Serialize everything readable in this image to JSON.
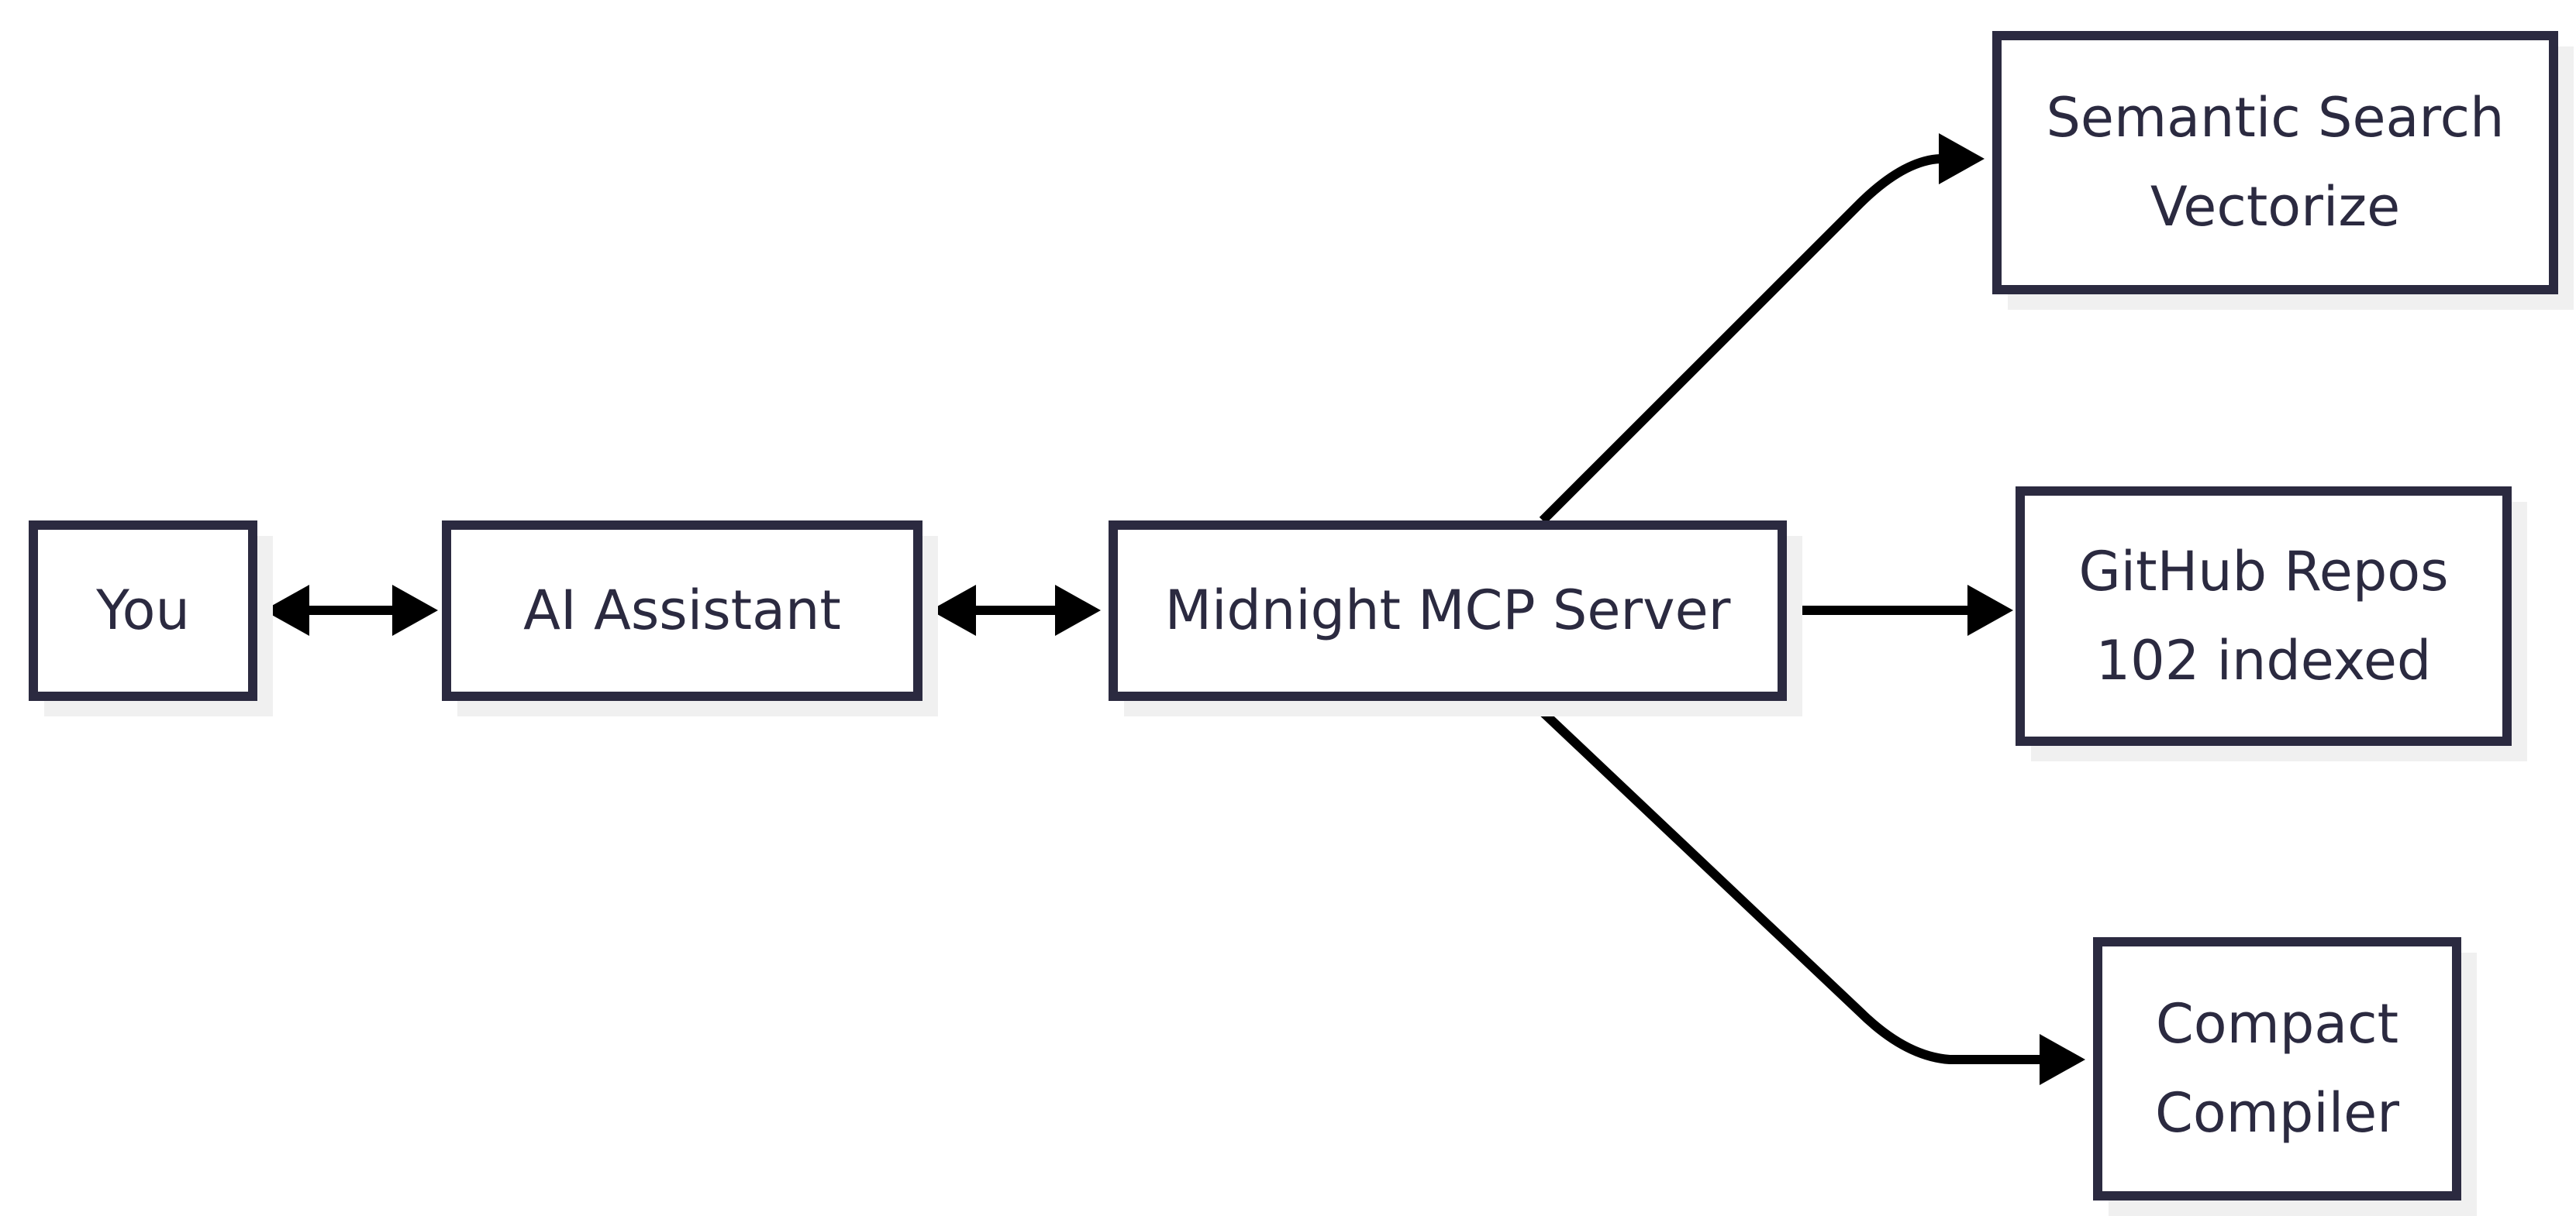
{
  "diagram": {
    "type": "flowchart",
    "nodes": {
      "you": {
        "label": "You"
      },
      "ai": {
        "label": "AI Assistant"
      },
      "mcp": {
        "label": "Midnight MCP Server"
      },
      "semantic": {
        "line1": "Semantic Search",
        "line2": "Vectorize"
      },
      "github": {
        "line1": "GitHub Repos",
        "line2": "102 indexed"
      },
      "compiler": {
        "line1": "Compact",
        "line2": "Compiler"
      }
    },
    "edges": [
      {
        "from": "You",
        "to": "AI Assistant",
        "direction": "bidirectional"
      },
      {
        "from": "AI Assistant",
        "to": "Midnight MCP Server",
        "direction": "bidirectional"
      },
      {
        "from": "Midnight MCP Server",
        "to": "Semantic Search Vectorize",
        "direction": "forward"
      },
      {
        "from": "Midnight MCP Server",
        "to": "GitHub Repos 102 indexed",
        "direction": "forward"
      },
      {
        "from": "Midnight MCP Server",
        "to": "Compact Compiler",
        "direction": "forward"
      }
    ],
    "colors": {
      "background": "#ffffff",
      "box_fill": "#ffffff",
      "border": "#2b2a40",
      "text": "#2b2a40",
      "arrow": "#000000",
      "shadow": "#f0f0f0"
    }
  }
}
